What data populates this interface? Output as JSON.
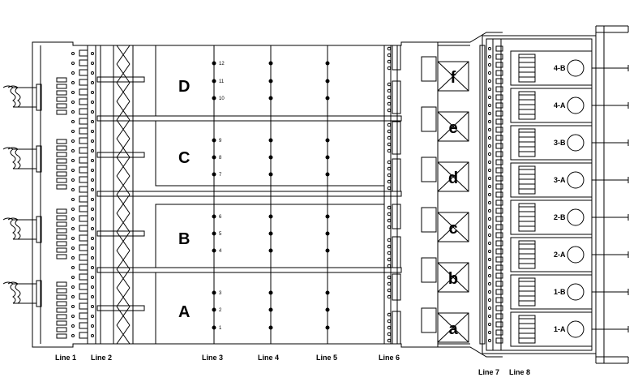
{
  "sections": [
    {
      "id": "D",
      "label": "D",
      "pins": [
        "12",
        "11",
        "10"
      ]
    },
    {
      "id": "C",
      "label": "C",
      "pins": [
        "9",
        "8",
        "7"
      ]
    },
    {
      "id": "B",
      "label": "B",
      "pins": [
        "6",
        "5",
        "4"
      ]
    },
    {
      "id": "A",
      "label": "A",
      "pins": [
        "3",
        "2",
        "1"
      ]
    }
  ],
  "line_labels": {
    "line1": "Line 1",
    "line2": "Line 2",
    "line3": "Line 3",
    "line4": "Line 4",
    "line5": "Line 5",
    "line6": "Line 6",
    "line7": "Line 7",
    "line8": "Line 8"
  },
  "boxes": [
    "f",
    "e",
    "d",
    "c",
    "b",
    "a"
  ],
  "units": [
    "4-B",
    "4-A",
    "3-B",
    "3-A",
    "2-B",
    "2-A",
    "1-B",
    "1-A"
  ]
}
